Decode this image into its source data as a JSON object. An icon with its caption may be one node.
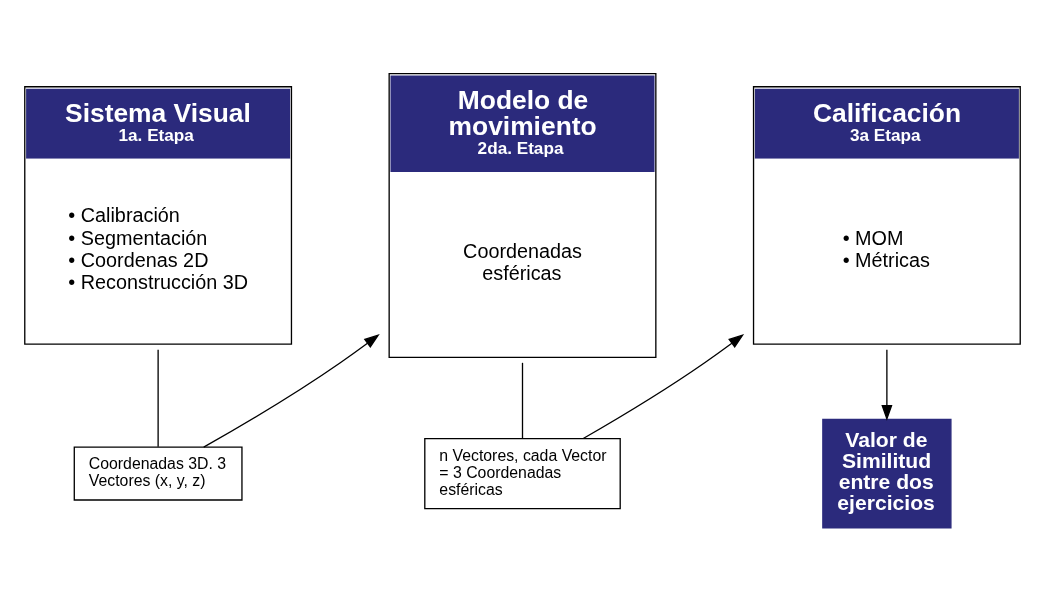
{
  "diagram": {
    "nodes": [
      {
        "text": [
          "Sistema Visual",
          "1a. Etapa",
          "• Calibración",
          "• Segmentación",
          "• Coordenas 2D",
          "• Reconstrucción 3D"
        ]
      },
      {
        "text": [
          "Modelo de movimiento",
          "2da. Etapa",
          "Coordenadas esféricas"
        ]
      },
      {
        "text": [
          "Calificación",
          "3a Etapa",
          "• MOM",
          "• Métricas"
        ]
      },
      {
        "text": [
          "Coordenadas 3D. 3 Vectores (x, y, z)"
        ]
      },
      {
        "text": [
          "n Vectores, cada Vector = 3 Coordenadas esféricas"
        ]
      },
      {
        "text": [
          "Valor de Similitud entre dos ejercicios"
        ]
      }
    ],
    "edges": [
      {
        "from": 0,
        "to": 3,
        "arrow": "none"
      },
      {
        "from": 3,
        "to": 1,
        "arrow": "to"
      },
      {
        "from": 1,
        "to": 4,
        "arrow": "none"
      },
      {
        "from": 4,
        "to": 2,
        "arrow": "to"
      },
      {
        "from": 2,
        "to": 5,
        "arrow": "to"
      }
    ]
  }
}
